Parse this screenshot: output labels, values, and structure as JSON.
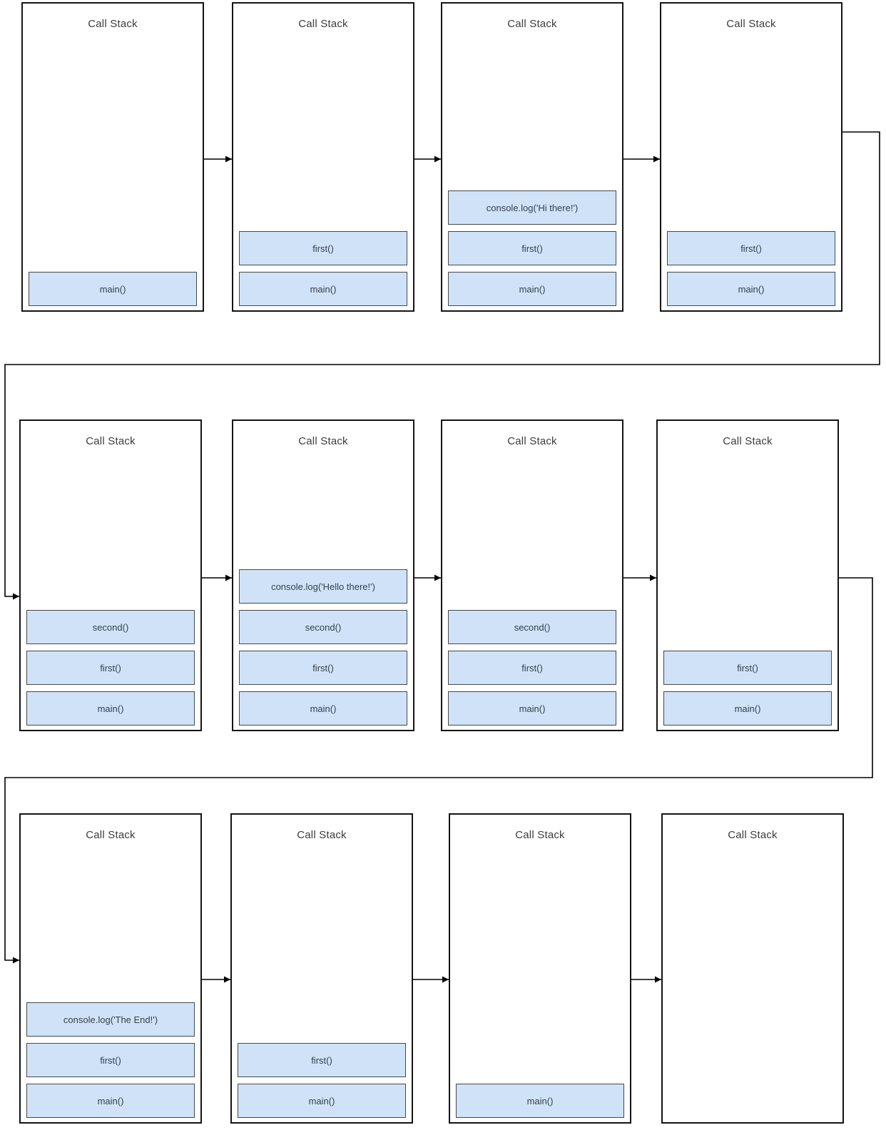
{
  "diagram": {
    "title_label": "Call Stack",
    "colors": {
      "frame_fill": "#cfe2f7",
      "frame_border": "#46484c",
      "panel_border": "#141414",
      "title_text": "#3c3c3c",
      "label_text": "#37404f",
      "connector": "#000000"
    },
    "panels": [
      {
        "title": "Call Stack",
        "frames": [
          "main()"
        ]
      },
      {
        "title": "Call Stack",
        "frames": [
          "first()",
          "main()"
        ]
      },
      {
        "title": "Call Stack",
        "frames": [
          "console.log('Hi there!')",
          "first()",
          "main()"
        ]
      },
      {
        "title": "Call Stack",
        "frames": [
          "first()",
          "main()"
        ]
      },
      {
        "title": "Call Stack",
        "frames": [
          "second()",
          "first()",
          "main()"
        ]
      },
      {
        "title": "Call Stack",
        "frames": [
          "console.log('Hello there!')",
          "second()",
          "first()",
          "main()"
        ]
      },
      {
        "title": "Call Stack",
        "frames": [
          "second()",
          "first()",
          "main()"
        ]
      },
      {
        "title": "Call Stack",
        "frames": [
          "first()",
          "main()"
        ]
      },
      {
        "title": "Call Stack",
        "frames": [
          "console.log('The End!')",
          "first()",
          "main()"
        ]
      },
      {
        "title": "Call Stack",
        "frames": [
          "first()",
          "main()"
        ]
      },
      {
        "title": "Call Stack",
        "frames": [
          "main()"
        ]
      },
      {
        "title": "Call Stack",
        "frames": []
      }
    ]
  }
}
